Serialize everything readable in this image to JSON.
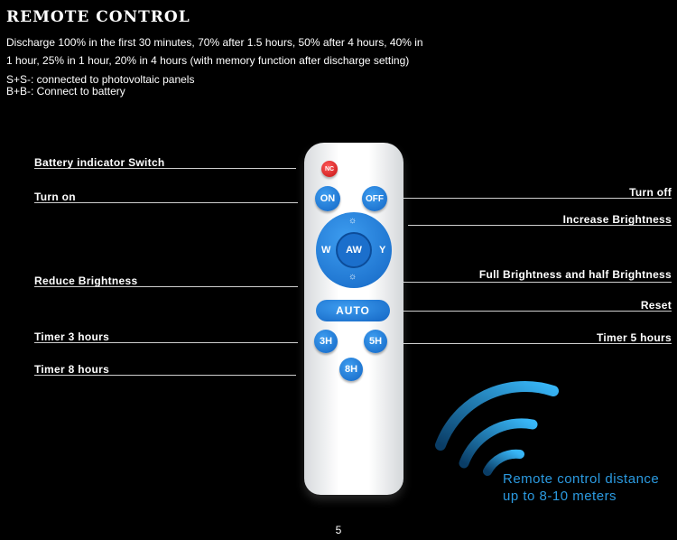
{
  "header": {
    "title": "REMOTE CONTROL",
    "desc_line1": "Discharge 100% in the first 30 minutes, 70% after 1.5 hours, 50% after 4 hours, 40% in",
    "desc_line2": "1 hour, 25% in 1 hour, 20% in 4 hours (with memory function after discharge setting)",
    "desc_line3": "S+S-: connected to photovoltaic panels",
    "desc_line4": "B+B-: Connect to battery"
  },
  "labels": {
    "battery_switch": "Battery indicator Switch",
    "turn_on": "Turn on",
    "turn_off": "Turn off",
    "increase": "Increase Brightness",
    "reduce": "Reduce Brightness",
    "full_half": "Full Brightness and half Brightness",
    "reset": "Reset",
    "timer3": "Timer 3 hours",
    "timer5": "Timer 5 hours",
    "timer8": "Timer 8 hours"
  },
  "remote": {
    "nc": "NC",
    "on": "ON",
    "off": "OFF",
    "w": "W",
    "aw": "AW",
    "y": "Y",
    "auto": "AUTO",
    "h3": "3H",
    "h5": "5H",
    "h8": "8H"
  },
  "range": {
    "line1": "Remote control distance",
    "line2": "up to 8-10 meters"
  },
  "page_number": "5",
  "colors": {
    "background": "#000000",
    "button_blue": "#1466c4",
    "nc_red": "#c41010",
    "signal_blue": "#2b9ae0"
  }
}
